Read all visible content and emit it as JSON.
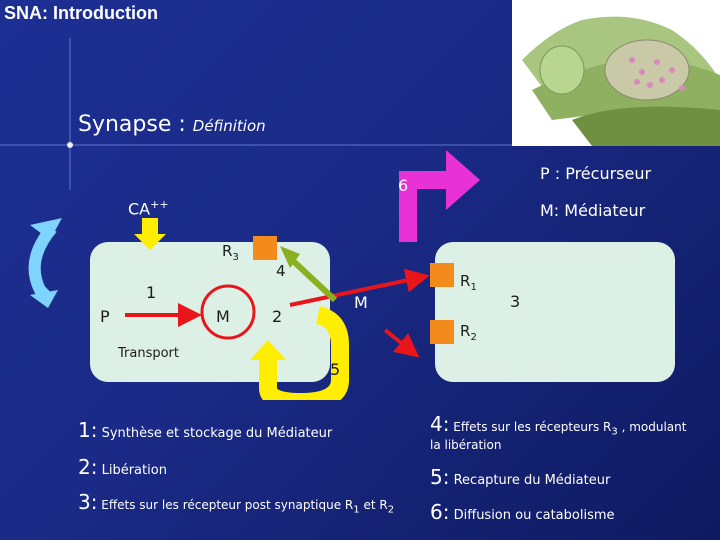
{
  "header": {
    "title": "SNA: Introduction"
  },
  "heading": {
    "main": "Synapse :",
    "sub": "Définition"
  },
  "labels": {
    "ca": "CA",
    "ca_sup": "++",
    "precursor": "P : Précurseur",
    "mediator": "M: Médiateur",
    "p": "P",
    "m_left": "M",
    "m_right": "M",
    "transport": "Transport",
    "r3": "R",
    "r3_sub": "3",
    "r1": "R",
    "r1_sub": "1",
    "r2": "R",
    "r2_sub": "2",
    "n1": "1",
    "n2": "2",
    "n3": "3",
    "n4": "4",
    "n5": "5",
    "n6": "6"
  },
  "legend": {
    "left": [
      {
        "num": "1:",
        "text": "Synthèse et stockage du Médiateur"
      },
      {
        "num": "2:",
        "text": "Libération"
      },
      {
        "num": "3:",
        "text": "Effets sur les récepteur post synaptique R",
        "s1": "1",
        "mid": " et R",
        "s2": "2"
      }
    ],
    "right": [
      {
        "num": "4:",
        "text": "Effets sur les récepteurs R",
        "s1": "3",
        "tail": " , modulant",
        "line2": "la libération"
      },
      {
        "num": "5:",
        "text": "Recapture du Médiateur"
      },
      {
        "num": "6:",
        "text": "Diffusion ou catabolisme"
      }
    ]
  },
  "colors": {
    "background": "#1c2f93",
    "cell": "#ddf0e6",
    "receptor": "#f28a1c",
    "red_arrow": "#e8161b",
    "magenta": "#e832d8",
    "yellow": "#ffee00",
    "green": "#8ab020",
    "cyan": "#7fd3ff"
  }
}
